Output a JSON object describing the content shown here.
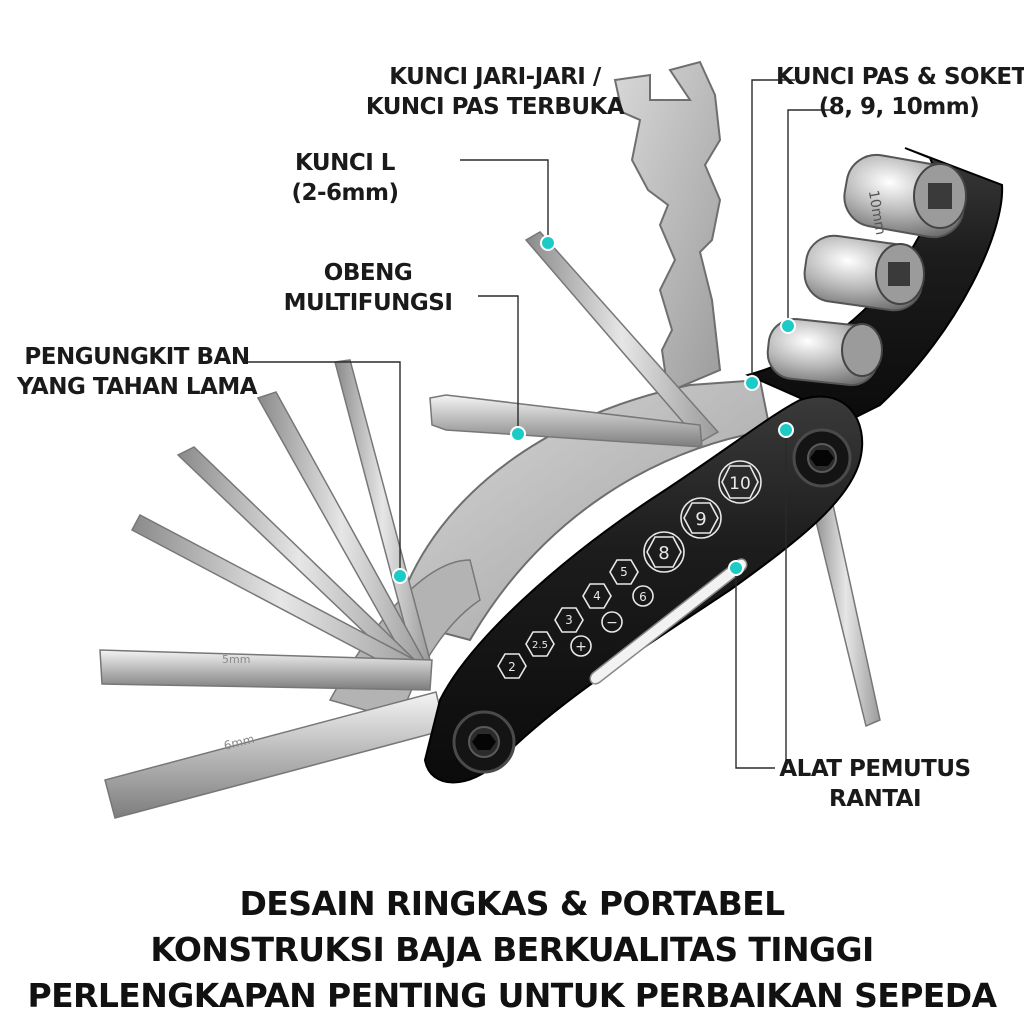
{
  "callouts": {
    "spoke_wrench": [
      "KUNCI JARI-JARI /",
      "KUNCI PAS TERBUKA"
    ],
    "socket_wrench": [
      "KUNCI PAS & SOKET",
      "(8, 9, 10mm)"
    ],
    "l_key": [
      "KUNCI L",
      "(2-6mm)"
    ],
    "screwdriver": [
      "OBENG",
      "MULTIFUNGSI"
    ],
    "tire_lever": [
      "PENGUNGKIT BAN",
      "YANG TAHAN LAMA"
    ],
    "chain_breaker": [
      "ALAT PEMUTUS",
      "RANTAI"
    ]
  },
  "tool_markings": {
    "size_badges": [
      "2",
      "2.5",
      "3",
      "4",
      "5",
      "8",
      "9",
      "10"
    ],
    "bit_badges": [
      "+",
      "−",
      "6"
    ],
    "socket_text": "10mm",
    "key_text_1": "5mm",
    "key_text_2": "6mm"
  },
  "footer": [
    "DESAIN RINGKAS & PORTABEL",
    "KONSTRUKSI BAJA BERKUALITAS TINGGI",
    "PERLENGKAPAN PENTING UNTUK PERBAIKAN SEPEDA"
  ],
  "colors": {
    "accent": "#1ccbc6",
    "body": "#1b1b1b",
    "steel": "#c9c9c9"
  }
}
